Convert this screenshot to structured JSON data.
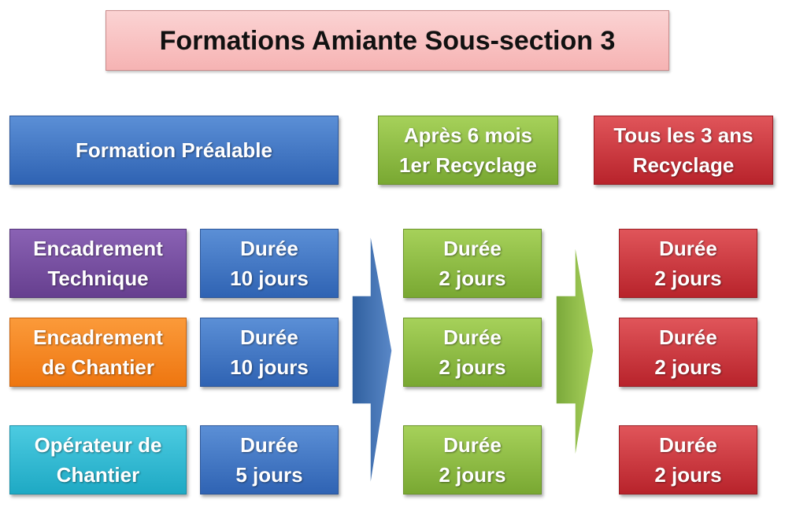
{
  "title": "Formations Amiante Sous-section 3",
  "headers": {
    "prealable": "Formation Préalable",
    "recyclage1_line1": "Après 6 mois",
    "recyclage1_line2": "1er Recyclage",
    "recyclage_line1": "Tous les 3 ans",
    "recyclage_line2": "Recyclage"
  },
  "rows": [
    {
      "role_line1": "Encadrement",
      "role_line2": "Technique",
      "prealable_line1": "Durée",
      "prealable_line2": "10 jours",
      "recyclage1_line1": "Durée",
      "recyclage1_line2": "2 jours",
      "recyclage_line1": "Durée",
      "recyclage_line2": "2 jours"
    },
    {
      "role_line1": "Encadrement",
      "role_line2": "de Chantier",
      "prealable_line1": "Durée",
      "prealable_line2": "10 jours",
      "recyclage1_line1": "Durée",
      "recyclage1_line2": "2 jours",
      "recyclage_line1": "Durée",
      "recyclage_line2": "2 jours"
    },
    {
      "role_line1": "Opérateur de",
      "role_line2": "Chantier",
      "prealable_line1": "Durée",
      "prealable_line2": "5 jours",
      "recyclage1_line1": "Durée",
      "recyclage1_line2": "2 jours",
      "recyclage_line1": "Durée",
      "recyclage_line2": "2 jours"
    }
  ],
  "colors": {
    "title_bg": "#f8c1c1",
    "blue": "#3f73c0",
    "green": "#8cbf42",
    "red": "#cc3a40",
    "purple": "#7750a0",
    "orange": "#f5851f",
    "cyan": "#2fb8d2"
  }
}
